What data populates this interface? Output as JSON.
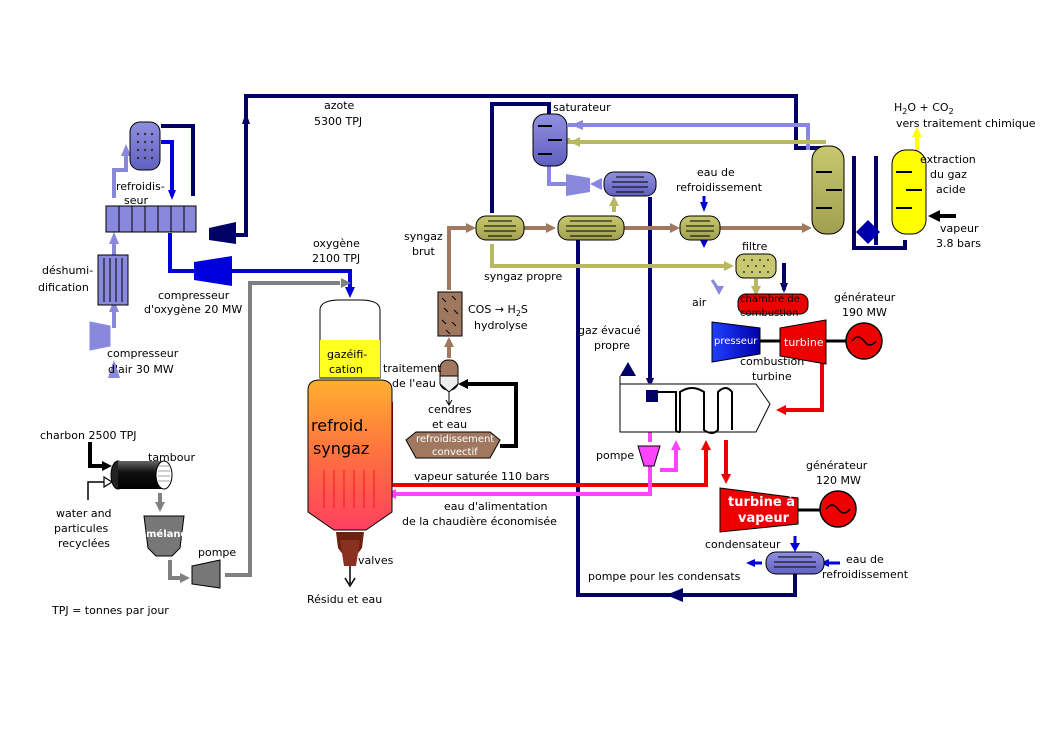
{
  "labels": {
    "azote": "azote",
    "azote_rate": "5300 TPJ",
    "saturateur": "saturateur",
    "h2o_co2_a": "H",
    "h2o_co2_b": "2",
    "h2o_co2_c": "O + CO",
    "h2o_co2_d": "2",
    "vers_traitement": "vers traitement chimique",
    "refroidisseur_1": "refroidis-",
    "refroidisseur_2": "seur",
    "eau_de_1": "eau de",
    "eau_de_2": "refroidissement",
    "extraction_1": "extraction",
    "extraction_2": "du gaz",
    "extraction_3": "acide",
    "vapeur": "vapeur",
    "vapeur_bars": "3.8 bars",
    "syngaz_brut_1": "syngaz",
    "syngaz_brut_2": "brut",
    "oxygene": "oxygène",
    "oxygene_rate": "2100 TPJ",
    "syngaz_propre": "syngaz propre",
    "filtre": "filtre",
    "deshumi_1": "déshumi-",
    "deshumi_2": "dification",
    "compresseur_oxygene_1": "compresseur",
    "compresseur_oxygene_2": "d'oxygène 20 MW",
    "cos_1": "COS → H",
    "cos_1b": "2",
    "cos_1c": "S",
    "cos_2": "hydrolyse",
    "air": "air",
    "chambre_1": "chambre de",
    "chambre_2": "combustion",
    "generateur_1": "générateur",
    "generateur_1_mw": "190 MW",
    "gaz_evacue_1": "gaz évacué",
    "gaz_evacue_2": "propre",
    "compresseur_small": "presseur",
    "turbine": "turbine",
    "combustion_turbine_1": "combustion",
    "combustion_turbine_2": "turbine",
    "gazeification_1": "gazéifi-",
    "gazeification_2": "cation",
    "compresseur_air_1": "compresseur",
    "compresseur_air_2": "d'air 30 MW",
    "traitement_eau_1": "traitement",
    "traitement_eau_2": "de l'eau",
    "cendres_1": "cendres",
    "cendres_2": "et eau",
    "refroid_syngaz_1": "refroid.",
    "refroid_syngaz_2": "syngaz",
    "refroid_convectif_1": "refroidissement",
    "refroid_convectif_2": "convectif",
    "charbon": "charbon 2500 TPJ",
    "tambour": "tambour",
    "pompe_hp": "pompe",
    "vapeur_saturee": "vapeur saturée 110 bars",
    "generateur_2": "générateur",
    "generateur_2_mw": "120 MW",
    "water_1": "water and",
    "water_2": "particules",
    "water_3": "recyclées",
    "melange": "mélange",
    "eau_alim_1": "eau d'alimentation",
    "eau_alim_2": "de la chaudière économisée",
    "turbine_vapeur_1": "turbine à",
    "turbine_vapeur_2": "vapeur",
    "pompe": "pompe",
    "valves": "valves",
    "condensateur": "condensateur",
    "eau_de_b1": "eau de",
    "eau_de_b2": "refroidissement",
    "pompe_condensats": "pompe pour les condensats",
    "residu": "Résidu et eau",
    "tpj": "TPJ  = tonnes par jour"
  },
  "colors": {
    "navy": "#000066",
    "blue": "#0000dd",
    "lavender": "#8888dd",
    "brown": "#a07860",
    "olive": "#b8b860",
    "gray": "#808080",
    "red": "#ee0000",
    "magenta": "#ff44ff",
    "yellow": "#ffff00",
    "blackpipe": "#000000"
  }
}
